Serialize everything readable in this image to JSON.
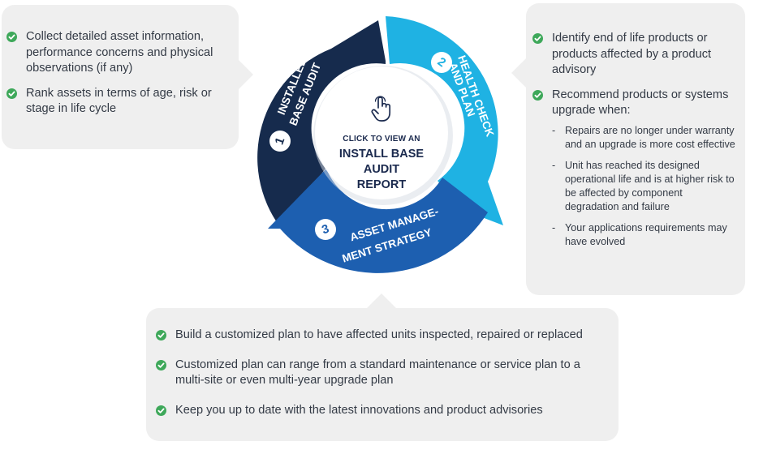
{
  "left_panel": {
    "items": [
      "Collect detailed asset information, performance concerns and physical observations (if any)",
      "Rank assets in terms of age, risk or stage in life cycle"
    ]
  },
  "right_panel": {
    "items": [
      "Identify end of life products or products affected by a product advisory",
      "Recommend products or systems upgrade when:"
    ],
    "subitems": [
      "Repairs are no longer under warranty and an upgrade is more cost effective",
      "Unit has reached its designed operational life and is at higher risk to be affected by component degradation and failure",
      "Your applications requirements may have evolved"
    ]
  },
  "bottom_panel": {
    "items": [
      "Build a customized plan to have affected units inspected, repaired or replaced",
      "Customized plan can range from a standard maintenance or service plan to a multi-site or even multi-year upgrade plan",
      "Keep you up to date with the latest innovations and product advisories"
    ]
  },
  "wheel": {
    "segments": [
      {
        "number": "1",
        "line1": "INSTALLED",
        "line2": "BASE AUDIT",
        "color": "#162b4d"
      },
      {
        "number": "2",
        "line1": "HEALTH CHECK",
        "line2": "AND PLAN",
        "color": "#1fb2e3"
      },
      {
        "number": "3",
        "line1": "ASSET MANAGE-",
        "line2": "MENT STRATEGY",
        "color": "#1d5fb0"
      }
    ],
    "center": {
      "small": "CLICK TO VIEW AN",
      "big_line1": "INSTALL BASE",
      "big_line2": "AUDIT",
      "big_line3": "REPORT"
    }
  },
  "colors": {
    "check": "#3ea85a",
    "panel": "#efefef",
    "text": "#333a45",
    "center_text": "#1b2a4e"
  },
  "icons": {
    "check": "check-circle-icon",
    "hand": "hand-pointer-icon"
  }
}
